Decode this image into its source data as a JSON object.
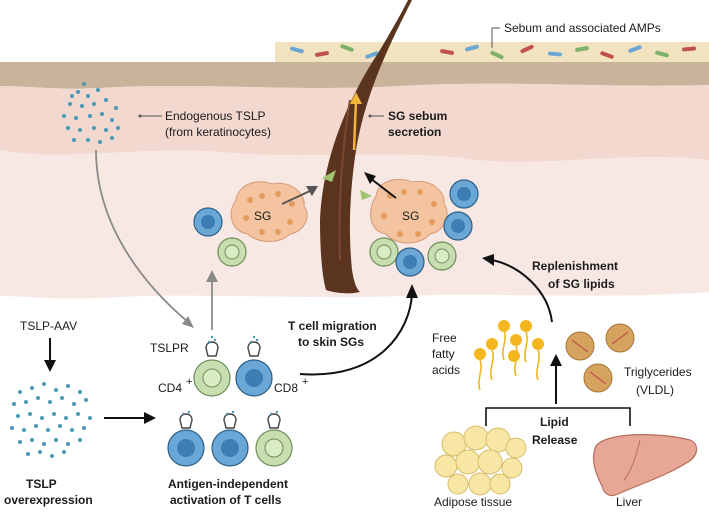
{
  "labels": {
    "sebum_amps": "Sebum and  associated AMPs",
    "endogenous_tslp_line1": "Endogenous TSLP",
    "endogenous_tslp_line2": "(from keratinocytes)",
    "sg_secretion_line1": "SG sebum",
    "sg_secretion_line2": "secretion",
    "sg_left": "SG",
    "sg_right": "SG",
    "tslp_aav": "TSLP-AAV",
    "tslpr": "TSLPR",
    "cd4": "CD4",
    "cd8": "CD8",
    "plus": "+",
    "tcell_migration_line1": "T cell migration",
    "tcell_migration_line2": "to skin SGs",
    "tslp_over_line1": "TSLP",
    "tslp_over_line2": "overexpression",
    "antigen_line1": "Antigen-independent",
    "antigen_line2": "activation of T cells",
    "replenish_line1": "Replenishment",
    "replenish_line2": "of SG lipids",
    "ffa_line1": "Free",
    "ffa_line2": "fatty",
    "ffa_line3": "acids",
    "trig_line1": "Triglycerides",
    "trig_line2": "(VLDL)",
    "lipid_line1": "Lipid",
    "lipid_line2": "Release",
    "adipose": "Adipose tissue",
    "liver": "Liver"
  },
  "colors": {
    "skin_top": "#c9b39a",
    "epidermis": "#f2d8cf",
    "dermis": "#f8e8e4",
    "hair": "#5b3420",
    "gland": "#f3c49f",
    "tslp_dot": "#4a9bb5",
    "cd4_cell": "#c7deb0",
    "cd8_cell": "#6aa6d6",
    "fatty_acid": "#f3b61f",
    "triglyceride": "#d5a35d",
    "adipose": "#f7e6a4",
    "liver": "#e6a796"
  }
}
